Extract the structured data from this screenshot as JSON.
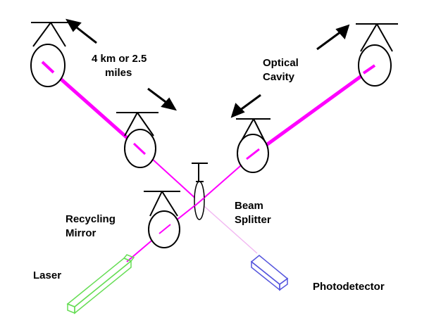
{
  "labels": {
    "arm_length_line1": "4 km or 2.5",
    "arm_length_line2": "miles",
    "optical_line1": "Optical",
    "optical_line2": "Cavity",
    "beam_line1": "Beam",
    "beam_line2": "Splitter",
    "recycling_line1": "Recycling",
    "recycling_line2": "Mirror",
    "laser": "Laser",
    "photodetector": "Photodetector"
  },
  "colors": {
    "beam": "#ff00ff",
    "beam_faint": "#f2b8f2",
    "laser_body": "#66dd55",
    "detector_body": "#5555dd",
    "ink": "#000000"
  }
}
